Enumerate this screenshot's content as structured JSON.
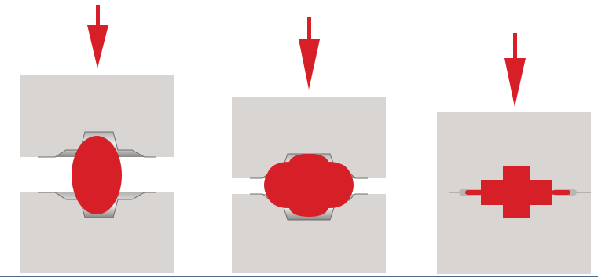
{
  "figure": {
    "description_free": true,
    "stages": [
      {
        "id": "stage-1",
        "label": ""
      },
      {
        "id": "stage-2",
        "label": ""
      },
      {
        "id": "stage-3",
        "label": ""
      }
    ],
    "colors": {
      "die": "#d9d5d2",
      "workpiece": "#d71f27",
      "arrow": "#d71f27",
      "baseline": "#4a6b8f",
      "cavity_edge": "#8a8886"
    }
  }
}
